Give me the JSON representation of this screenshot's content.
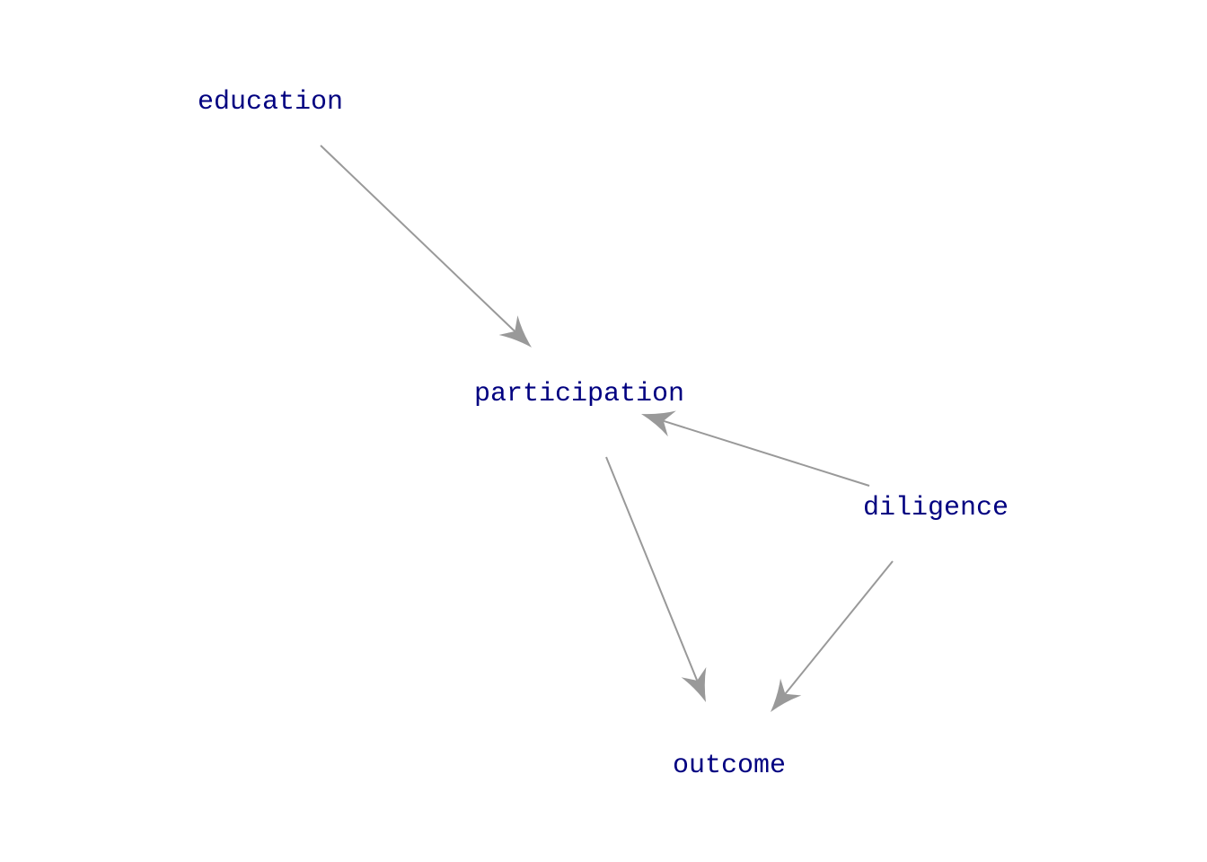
{
  "diagram": {
    "type": "directed-acyclic-graph",
    "label_color": "#000080",
    "edge_color": "#999999",
    "nodes": [
      {
        "id": "education",
        "label": "education"
      },
      {
        "id": "participation",
        "label": "participation"
      },
      {
        "id": "diligence",
        "label": "diligence"
      },
      {
        "id": "outcome",
        "label": "outcome"
      }
    ],
    "edges": [
      {
        "from": "education",
        "to": "participation"
      },
      {
        "from": "diligence",
        "to": "participation"
      },
      {
        "from": "participation",
        "to": "outcome"
      },
      {
        "from": "diligence",
        "to": "outcome"
      }
    ]
  }
}
